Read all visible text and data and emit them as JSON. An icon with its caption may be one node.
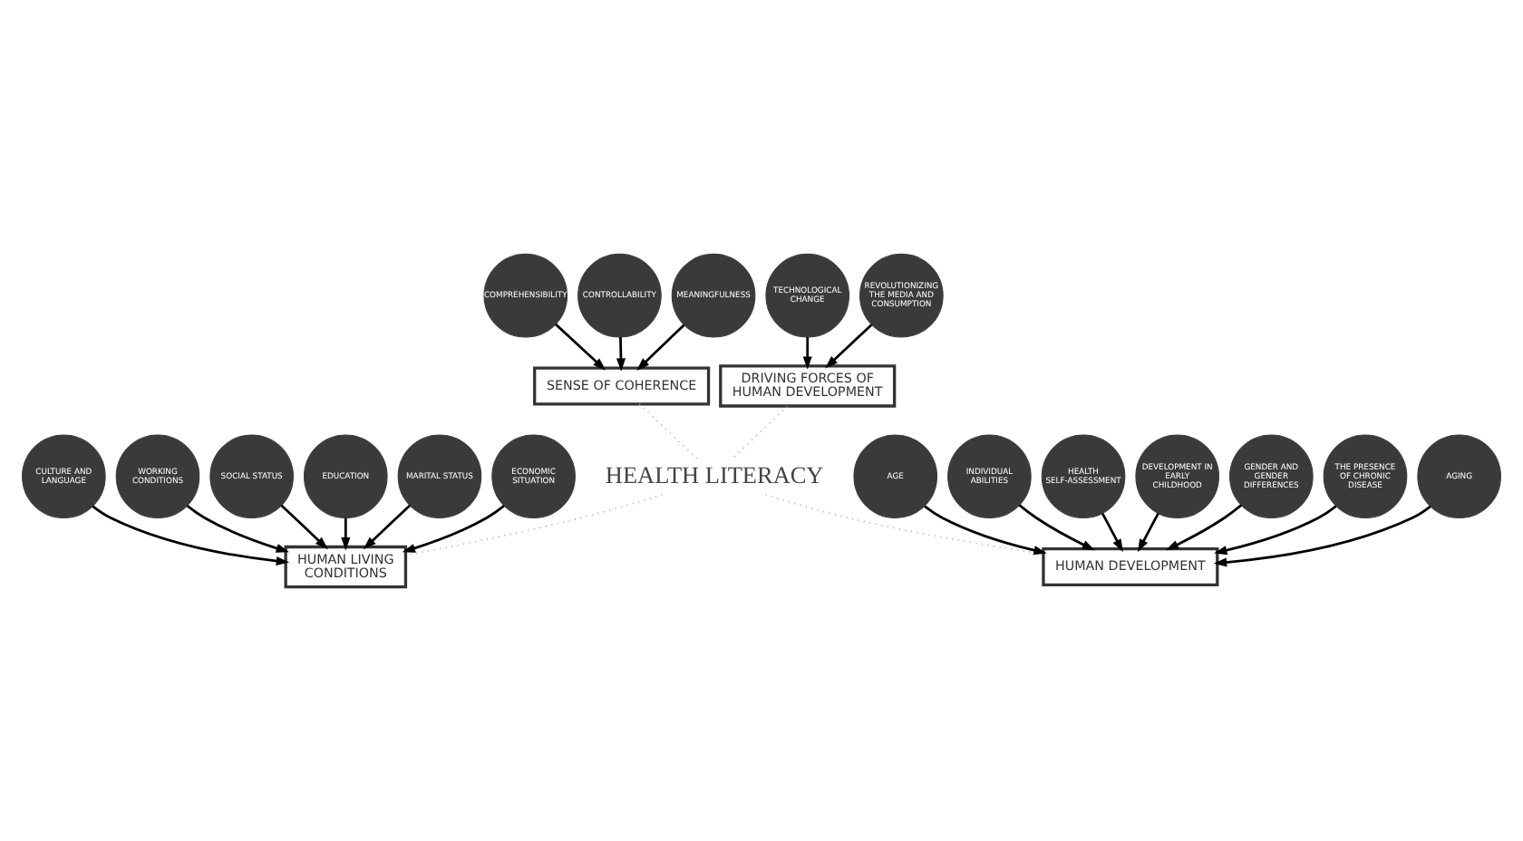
{
  "diagram": {
    "nodes": [
      {
        "text": [
          "COMPREHENSIBILITY"
        ]
      },
      {
        "text": [
          "CONTROLLABILITY"
        ]
      },
      {
        "text": [
          "MEANINGFULNESS"
        ]
      },
      {
        "text": [
          "TECHNOLOGICAL CHANGE"
        ]
      },
      {
        "text": [
          "REVOLUTIONIZING THE MEDIA AND CONSUMPTION"
        ]
      },
      {
        "text": [
          "SENSE OF COHERENCE"
        ]
      },
      {
        "text": [
          "DRIVING FORCES OF HUMAN DEVELOPMENT"
        ]
      },
      {
        "text": [
          "HEALTH LITERACY"
        ]
      },
      {
        "text": [
          "AGE"
        ]
      },
      {
        "text": [
          "CULTURE AND LANGUAGE"
        ]
      },
      {
        "text": [
          "INDIVIDUAL ABILITIES"
        ]
      },
      {
        "text": [
          "WORKING CONDITIONS"
        ]
      },
      {
        "text": [
          "HEALTH SELF-ASSESSMENT"
        ]
      },
      {
        "text": [
          "HUMAN LIVING CONDITIONS"
        ]
      },
      {
        "text": [
          "HUMAN DEVELOPMENT"
        ]
      },
      {
        "text": [
          "SOCIAL STATUS"
        ]
      },
      {
        "text": [
          "DEVELOPMENT IN EARLY CHILDHOOD"
        ]
      },
      {
        "text": [
          "EDUCATION"
        ]
      },
      {
        "text": [
          "MARITAL STATUS"
        ]
      },
      {
        "text": [
          "ECONOMIC SITUATION"
        ]
      },
      {
        "text": [
          "GENDER AND GENDER DIFFERENCES"
        ]
      },
      {
        "text": [
          "THE PRESENCE OF CHRONIC DISEASE"
        ]
      },
      {
        "text": [
          "AGING"
        ]
      }
    ],
    "edges": [
      {
        "from": 0,
        "to": 5,
        "arrow": "to"
      },
      {
        "from": 1,
        "to": 5,
        "arrow": "to"
      },
      {
        "from": 2,
        "to": 5,
        "arrow": "to"
      },
      {
        "from": 3,
        "to": 6,
        "arrow": "to"
      },
      {
        "from": 4,
        "to": 6,
        "arrow": "to"
      },
      {
        "from": 5,
        "to": 7,
        "arrow": "none",
        "style": "dashed",
        "color": "#aaaaaa"
      },
      {
        "from": 6,
        "to": 7,
        "arrow": "none",
        "style": "dashed",
        "color": "#aaaaaa"
      },
      {
        "from": 7,
        "to": 13,
        "arrow": "none",
        "style": "dashed",
        "color": "#aaaaaa"
      },
      {
        "from": 7,
        "to": 14,
        "arrow": "none",
        "style": "dashed",
        "color": "#aaaaaa"
      },
      {
        "from": 9,
        "to": 13,
        "arrow": "to"
      },
      {
        "from": 11,
        "to": 13,
        "arrow": "to"
      },
      {
        "from": 17,
        "to": 13,
        "arrow": "to"
      },
      {
        "from": 18,
        "to": 13,
        "arrow": "to"
      },
      {
        "from": 19,
        "to": 13,
        "arrow": "to"
      },
      {
        "from": 15,
        "to": 13,
        "arrow": "to"
      },
      {
        "from": 12,
        "to": 14,
        "arrow": "to"
      },
      {
        "from": 8,
        "to": 14,
        "arrow": "to"
      },
      {
        "from": 10,
        "to": 14,
        "arrow": "to"
      },
      {
        "from": 16,
        "to": 14,
        "arrow": "to"
      },
      {
        "from": 22,
        "to": 14,
        "arrow": "to"
      },
      {
        "from": 21,
        "to": 14,
        "arrow": "to"
      },
      {
        "from": 20,
        "to": 14,
        "arrow": "to"
      }
    ]
  }
}
